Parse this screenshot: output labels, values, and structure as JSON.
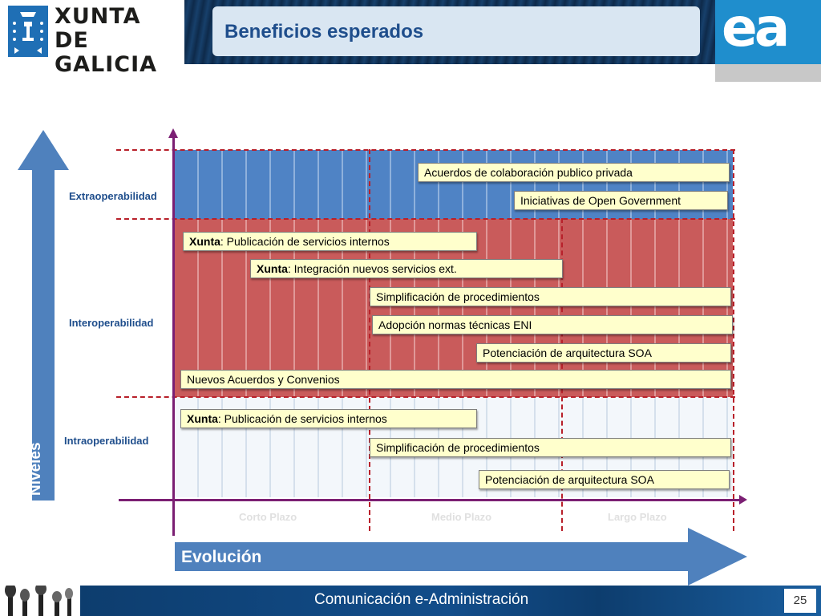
{
  "header": {
    "logo_line1": "XUNTA",
    "logo_line2": "DE GALICIA",
    "title": "Beneficios esperados",
    "right_logo_text": "ea"
  },
  "levels_axis": {
    "label": "Niveles"
  },
  "levels": [
    {
      "label": "Extraoperabilidad"
    },
    {
      "label": "Interoperabilidad"
    },
    {
      "label": "Intraoperabilidad"
    }
  ],
  "bars": [
    {
      "bold": "",
      "text": "Acuerdos de colaboración publico privada"
    },
    {
      "bold": "",
      "text": "Iniciativas de Open Government"
    },
    {
      "bold": "Xunta",
      "text": ": Publicación de servicios internos"
    },
    {
      "bold": "Xunta",
      "text": ": Integración nuevos servicios ext."
    },
    {
      "bold": "",
      "text": "Simplificación de procedimientos"
    },
    {
      "bold": "",
      "text": "Adopción normas técnicas ENI"
    },
    {
      "bold": "",
      "text": "Potenciación de arquitectura SOA"
    },
    {
      "bold": "",
      "text": "Nuevos Acuerdos y Convenios"
    },
    {
      "bold": "Xunta",
      "text": ": Publicación de servicios internos"
    },
    {
      "bold": "",
      "text": "Simplificación de procedimientos"
    },
    {
      "bold": "",
      "text": "Potenciación de arquitectura SOA"
    }
  ],
  "terms": [
    {
      "label": "Corto Plazo"
    },
    {
      "label": "Medio Plazo"
    },
    {
      "label": "Largo Plazo"
    }
  ],
  "evolution_axis": {
    "label": "Evolución"
  },
  "footer": {
    "text": "Comunicación  e-Administración",
    "page_number": "25"
  },
  "colors": {
    "extra_zone": "#4f83c5",
    "inter_zone": "#c95b5b",
    "intra_zone": "#f3f7fb",
    "bar_fill": "#ffffcc",
    "axis": "#7b1f73",
    "dash": "#b8202a",
    "arrow": "#4f81bd"
  }
}
